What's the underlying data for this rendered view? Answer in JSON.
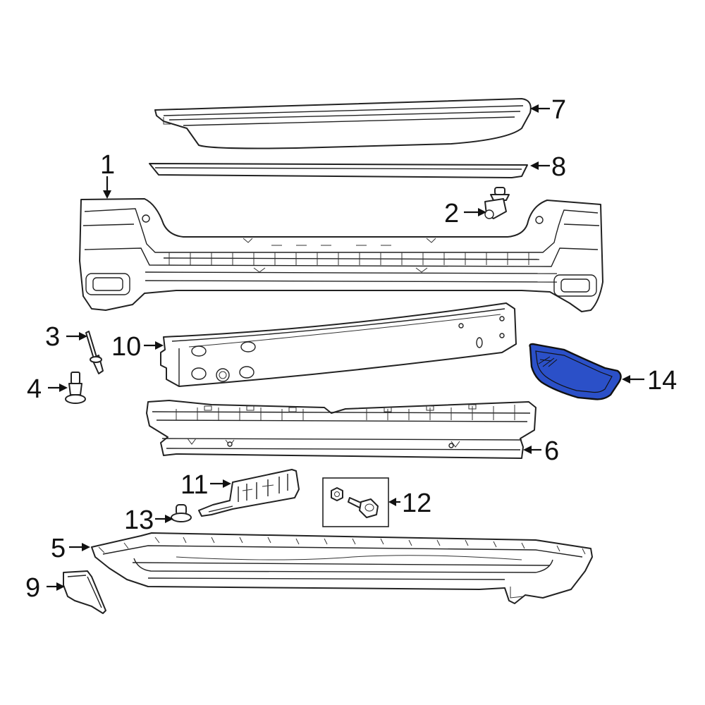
{
  "diagram": {
    "highlight_color": "#2b50c8",
    "callouts": [
      {
        "id": "1",
        "label": "1"
      },
      {
        "id": "2",
        "label": "2"
      },
      {
        "id": "3",
        "label": "3"
      },
      {
        "id": "4",
        "label": "4"
      },
      {
        "id": "5",
        "label": "5"
      },
      {
        "id": "6",
        "label": "6"
      },
      {
        "id": "7",
        "label": "7"
      },
      {
        "id": "8",
        "label": "8"
      },
      {
        "id": "9",
        "label": "9"
      },
      {
        "id": "10",
        "label": "10"
      },
      {
        "id": "11",
        "label": "11"
      },
      {
        "id": "12",
        "label": "12"
      },
      {
        "id": "13",
        "label": "13"
      },
      {
        "id": "14",
        "label": "14"
      }
    ],
    "highlighted_part": "14"
  }
}
